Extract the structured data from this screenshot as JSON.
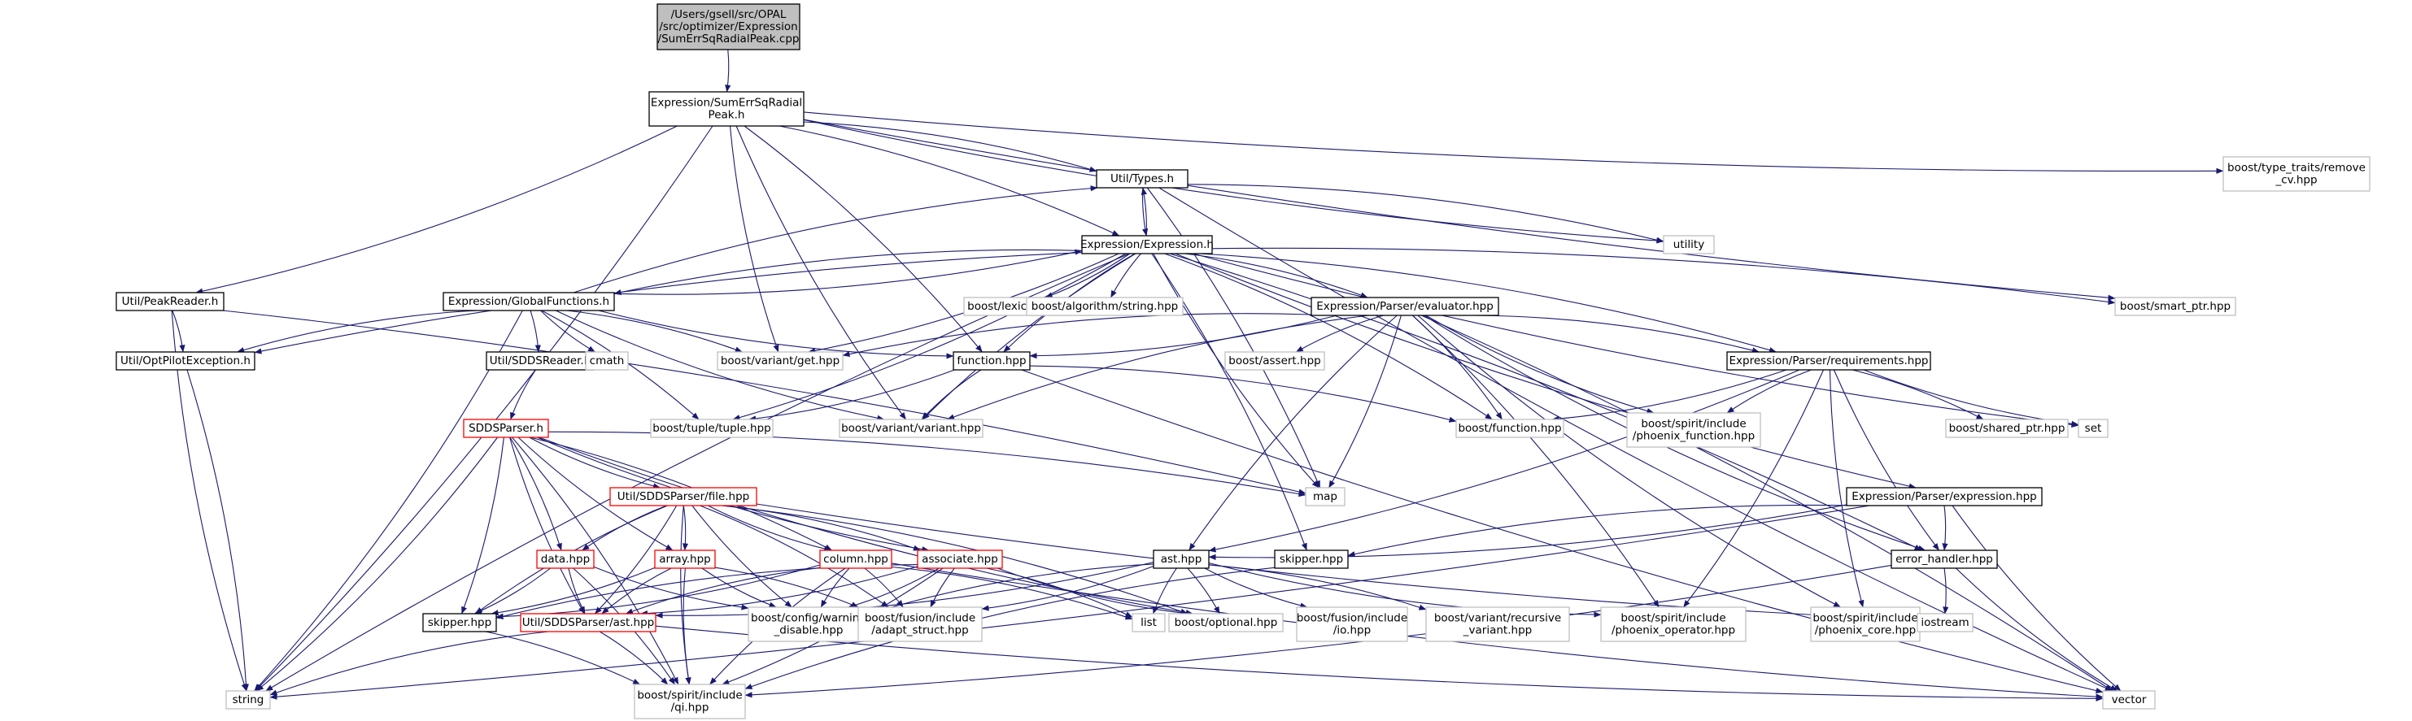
{
  "colors": {
    "edge": "#191970",
    "root_fill": "#bfbfbf",
    "default_border": "#000000",
    "external_border": "#bfbfbf",
    "truncated_border": "#ff0000",
    "node_fill": "#ffffff"
  },
  "nodes": [
    {
      "id": "root",
      "lines": [
        "/Users/gsell/src/OPAL",
        "/src/optimizer/Expression",
        "/SumErrSqRadialPeak.cpp"
      ],
      "kind": "root"
    },
    {
      "id": "sumerr",
      "lines": [
        "Expression/SumErrSqRadial",
        "Peak.h"
      ],
      "kind": "normal"
    },
    {
      "id": "typetraits",
      "lines": [
        "boost/type_traits/remove",
        "_cv.hpp"
      ],
      "kind": "external"
    },
    {
      "id": "types",
      "lines": [
        "Util/Types.h"
      ],
      "kind": "normal"
    },
    {
      "id": "utility",
      "lines": [
        "utility"
      ],
      "kind": "external"
    },
    {
      "id": "expression",
      "lines": [
        "Expression/Expression.h"
      ],
      "kind": "normal"
    },
    {
      "id": "smartptr",
      "lines": [
        "boost/smart_ptr.hpp"
      ],
      "kind": "external"
    },
    {
      "id": "peakreader",
      "lines": [
        "Util/PeakReader.h"
      ],
      "kind": "normal"
    },
    {
      "id": "globalfunctions",
      "lines": [
        "Expression/GlobalFunctions.h"
      ],
      "kind": "normal"
    },
    {
      "id": "lexicalcast",
      "lines": [
        "boost/lexical_cast.hpp"
      ],
      "kind": "external"
    },
    {
      "id": "algostring",
      "lines": [
        "boost/algorithm/string.hpp"
      ],
      "kind": "external"
    },
    {
      "id": "evaluator",
      "lines": [
        "Expression/Parser/evaluator.hpp"
      ],
      "kind": "normal"
    },
    {
      "id": "optpilot",
      "lines": [
        "Util/OptPilotException.h"
      ],
      "kind": "normal"
    },
    {
      "id": "sddsreader",
      "lines": [
        "Util/SDDSReader.h"
      ],
      "kind": "normal"
    },
    {
      "id": "cmath",
      "lines": [
        "cmath"
      ],
      "kind": "external"
    },
    {
      "id": "variantget",
      "lines": [
        "boost/variant/get.hpp"
      ],
      "kind": "external"
    },
    {
      "id": "function",
      "lines": [
        "function.hpp"
      ],
      "kind": "normal"
    },
    {
      "id": "assert",
      "lines": [
        "boost/assert.hpp"
      ],
      "kind": "external"
    },
    {
      "id": "requirements",
      "lines": [
        "Expression/Parser/requirements.hpp"
      ],
      "kind": "normal"
    },
    {
      "id": "sharedptr",
      "lines": [
        "boost/shared_ptr.hpp"
      ],
      "kind": "external"
    },
    {
      "id": "set",
      "lines": [
        "set"
      ],
      "kind": "external"
    },
    {
      "id": "sddsparser",
      "lines": [
        "SDDSParser.h"
      ],
      "kind": "truncated"
    },
    {
      "id": "tuple",
      "lines": [
        "boost/tuple/tuple.hpp"
      ],
      "kind": "external"
    },
    {
      "id": "variant",
      "lines": [
        "boost/variant/variant.hpp"
      ],
      "kind": "external"
    },
    {
      "id": "boostfunction",
      "lines": [
        "boost/function.hpp"
      ],
      "kind": "external"
    },
    {
      "id": "phoenixfunction",
      "lines": [
        "boost/spirit/include",
        "/phoenix_function.hpp"
      ],
      "kind": "external"
    },
    {
      "id": "map",
      "lines": [
        "map"
      ],
      "kind": "external"
    },
    {
      "id": "filehpp",
      "lines": [
        "Util/SDDSParser/file.hpp"
      ],
      "kind": "truncated"
    },
    {
      "id": "parserexpression",
      "lines": [
        "Expression/Parser/expression.hpp"
      ],
      "kind": "normal"
    },
    {
      "id": "column",
      "lines": [
        "column.hpp"
      ],
      "kind": "truncated"
    },
    {
      "id": "associate",
      "lines": [
        "associate.hpp"
      ],
      "kind": "truncated"
    },
    {
      "id": "ast",
      "lines": [
        "ast.hpp"
      ],
      "kind": "normal"
    },
    {
      "id": "skipper2",
      "lines": [
        "skipper.hpp"
      ],
      "kind": "normal"
    },
    {
      "id": "errorhandler",
      "lines": [
        "error_handler.hpp"
      ],
      "kind": "normal"
    },
    {
      "id": "data",
      "lines": [
        "data.hpp"
      ],
      "kind": "truncated"
    },
    {
      "id": "array",
      "lines": [
        "array.hpp"
      ],
      "kind": "truncated"
    },
    {
      "id": "skipper1",
      "lines": [
        "skipper.hpp"
      ],
      "kind": "normal"
    },
    {
      "id": "sddsast",
      "lines": [
        "Util/SDDSParser/ast.hpp"
      ],
      "kind": "truncated"
    },
    {
      "id": "warningdisable",
      "lines": [
        "boost/config/warning",
        "_disable.hpp"
      ],
      "kind": "external"
    },
    {
      "id": "adaptstruct",
      "lines": [
        "boost/fusion/include",
        "/adapt_struct.hpp"
      ],
      "kind": "external"
    },
    {
      "id": "list",
      "lines": [
        "list"
      ],
      "kind": "external"
    },
    {
      "id": "optional",
      "lines": [
        "boost/optional.hpp"
      ],
      "kind": "external"
    },
    {
      "id": "fusionio",
      "lines": [
        "boost/fusion/include",
        "/io.hpp"
      ],
      "kind": "external"
    },
    {
      "id": "recursivevariant",
      "lines": [
        "boost/variant/recursive",
        "_variant.hpp"
      ],
      "kind": "external"
    },
    {
      "id": "phoenixoperator",
      "lines": [
        "boost/spirit/include",
        "/phoenix_operator.hpp"
      ],
      "kind": "external"
    },
    {
      "id": "phoenixcore",
      "lines": [
        "boost/spirit/include",
        "/phoenix_core.hpp"
      ],
      "kind": "external"
    },
    {
      "id": "iostream",
      "lines": [
        "iostream"
      ],
      "kind": "external"
    },
    {
      "id": "string",
      "lines": [
        "string"
      ],
      "kind": "external"
    },
    {
      "id": "qi",
      "lines": [
        "boost/spirit/include",
        "/qi.hpp"
      ],
      "kind": "external"
    },
    {
      "id": "vector",
      "lines": [
        "vector"
      ],
      "kind": "external"
    }
  ],
  "edges": [
    [
      "root",
      "sumerr"
    ],
    [
      "sumerr",
      "typetraits"
    ],
    [
      "sumerr",
      "types"
    ],
    [
      "sumerr",
      "utility"
    ],
    [
      "sumerr",
      "expression"
    ],
    [
      "sumerr",
      "smartptr"
    ],
    [
      "sumerr",
      "peakreader"
    ],
    [
      "sumerr",
      "variantget"
    ],
    [
      "sumerr",
      "function"
    ],
    [
      "sumerr",
      "variant"
    ],
    [
      "sumerr",
      "string"
    ],
    [
      "types",
      "expression"
    ],
    [
      "types",
      "utility"
    ],
    [
      "types",
      "vector"
    ],
    [
      "types",
      "map"
    ],
    [
      "expression",
      "types"
    ],
    [
      "expression",
      "smartptr"
    ],
    [
      "expression",
      "globalfunctions"
    ],
    [
      "expression",
      "lexicalcast"
    ],
    [
      "expression",
      "algostring"
    ],
    [
      "expression",
      "evaluator"
    ],
    [
      "expression",
      "optpilot"
    ],
    [
      "expression",
      "variantget"
    ],
    [
      "expression",
      "function"
    ],
    [
      "expression",
      "requirements"
    ],
    [
      "expression",
      "set"
    ],
    [
      "expression",
      "tuple"
    ],
    [
      "expression",
      "variant"
    ],
    [
      "expression",
      "boostfunction"
    ],
    [
      "expression",
      "map"
    ],
    [
      "expression",
      "skipper2"
    ],
    [
      "expression",
      "parserexpression"
    ],
    [
      "expression",
      "errorhandler"
    ],
    [
      "expression",
      "string"
    ],
    [
      "peakreader",
      "optpilot"
    ],
    [
      "peakreader",
      "string"
    ],
    [
      "peakreader",
      "map"
    ],
    [
      "globalfunctions",
      "expression"
    ],
    [
      "globalfunctions",
      "types"
    ],
    [
      "globalfunctions",
      "optpilot"
    ],
    [
      "globalfunctions",
      "sddsreader"
    ],
    [
      "globalfunctions",
      "cmath"
    ],
    [
      "globalfunctions",
      "variantget"
    ],
    [
      "globalfunctions",
      "function"
    ],
    [
      "globalfunctions",
      "tuple"
    ],
    [
      "globalfunctions",
      "variant"
    ],
    [
      "globalfunctions",
      "string"
    ],
    [
      "evaluator",
      "variantget"
    ],
    [
      "evaluator",
      "function"
    ],
    [
      "evaluator",
      "assert"
    ],
    [
      "evaluator",
      "requirements"
    ],
    [
      "evaluator",
      "variant"
    ],
    [
      "evaluator",
      "boostfunction"
    ],
    [
      "evaluator",
      "phoenixfunction"
    ],
    [
      "evaluator",
      "map"
    ],
    [
      "evaluator",
      "ast"
    ],
    [
      "evaluator",
      "phoenixoperator"
    ],
    [
      "evaluator",
      "phoenixcore"
    ],
    [
      "evaluator",
      "vector"
    ],
    [
      "evaluator",
      "errorhandler"
    ],
    [
      "optpilot",
      "string"
    ],
    [
      "sddsreader",
      "sddsparser"
    ],
    [
      "function",
      "tuple"
    ],
    [
      "function",
      "variant"
    ],
    [
      "function",
      "boostfunction"
    ],
    [
      "function",
      "vector"
    ],
    [
      "requirements",
      "boostfunction"
    ],
    [
      "requirements",
      "phoenixfunction"
    ],
    [
      "requirements",
      "sharedptr"
    ],
    [
      "requirements",
      "set"
    ],
    [
      "requirements",
      "ast"
    ],
    [
      "requirements",
      "errorhandler"
    ],
    [
      "requirements",
      "phoenixoperator"
    ],
    [
      "requirements",
      "phoenixcore"
    ],
    [
      "sddsparser",
      "map"
    ],
    [
      "sddsparser",
      "filehpp"
    ],
    [
      "sddsparser",
      "column"
    ],
    [
      "sddsparser",
      "associate"
    ],
    [
      "sddsparser",
      "data"
    ],
    [
      "sddsparser",
      "array"
    ],
    [
      "sddsparser",
      "skipper1"
    ],
    [
      "sddsparser",
      "sddsast"
    ],
    [
      "sddsparser",
      "string"
    ],
    [
      "sddsparser",
      "optional"
    ],
    [
      "sddsparser",
      "qi"
    ],
    [
      "filehpp",
      "data"
    ],
    [
      "filehpp",
      "array"
    ],
    [
      "filehpp",
      "column"
    ],
    [
      "filehpp",
      "associate"
    ],
    [
      "filehpp",
      "skipper1"
    ],
    [
      "filehpp",
      "sddsast"
    ],
    [
      "filehpp",
      "warningdisable"
    ],
    [
      "filehpp",
      "adaptstruct"
    ],
    [
      "filehpp",
      "qi"
    ],
    [
      "filehpp",
      "optional"
    ],
    [
      "filehpp",
      "iostream"
    ],
    [
      "parserexpression",
      "ast"
    ],
    [
      "parserexpression",
      "skipper2"
    ],
    [
      "parserexpression",
      "errorhandler"
    ],
    [
      "parserexpression",
      "vector"
    ],
    [
      "parserexpression",
      "string"
    ],
    [
      "column",
      "sddsast"
    ],
    [
      "column",
      "skipper1"
    ],
    [
      "column",
      "warningdisable"
    ],
    [
      "column",
      "adaptstruct"
    ],
    [
      "column",
      "qi"
    ],
    [
      "column",
      "list"
    ],
    [
      "column",
      "vector"
    ],
    [
      "associate",
      "sddsast"
    ],
    [
      "associate",
      "skipper1"
    ],
    [
      "associate",
      "warningdisable"
    ],
    [
      "associate",
      "adaptstruct"
    ],
    [
      "associate",
      "list"
    ],
    [
      "associate",
      "optional"
    ],
    [
      "associate",
      "qi"
    ],
    [
      "ast",
      "warningdisable"
    ],
    [
      "ast",
      "adaptstruct"
    ],
    [
      "ast",
      "list"
    ],
    [
      "ast",
      "optional"
    ],
    [
      "ast",
      "fusionio"
    ],
    [
      "ast",
      "recursivevariant"
    ],
    [
      "ast",
      "phoenixoperator"
    ],
    [
      "ast",
      "sddsast"
    ],
    [
      "skipper2",
      "qi"
    ],
    [
      "errorhandler",
      "iostream"
    ],
    [
      "errorhandler",
      "vector"
    ],
    [
      "errorhandler",
      "qi"
    ],
    [
      "data",
      "sddsast"
    ],
    [
      "data",
      "skipper1"
    ],
    [
      "data",
      "warningdisable"
    ],
    [
      "data",
      "qi"
    ],
    [
      "array",
      "sddsast"
    ],
    [
      "array",
      "skipper1"
    ],
    [
      "array",
      "warningdisable"
    ],
    [
      "array",
      "adaptstruct"
    ],
    [
      "array",
      "qi"
    ],
    [
      "skipper1",
      "qi"
    ],
    [
      "sddsast",
      "string"
    ],
    [
      "sddsast",
      "qi"
    ],
    [
      "sddsast",
      "vector"
    ]
  ]
}
